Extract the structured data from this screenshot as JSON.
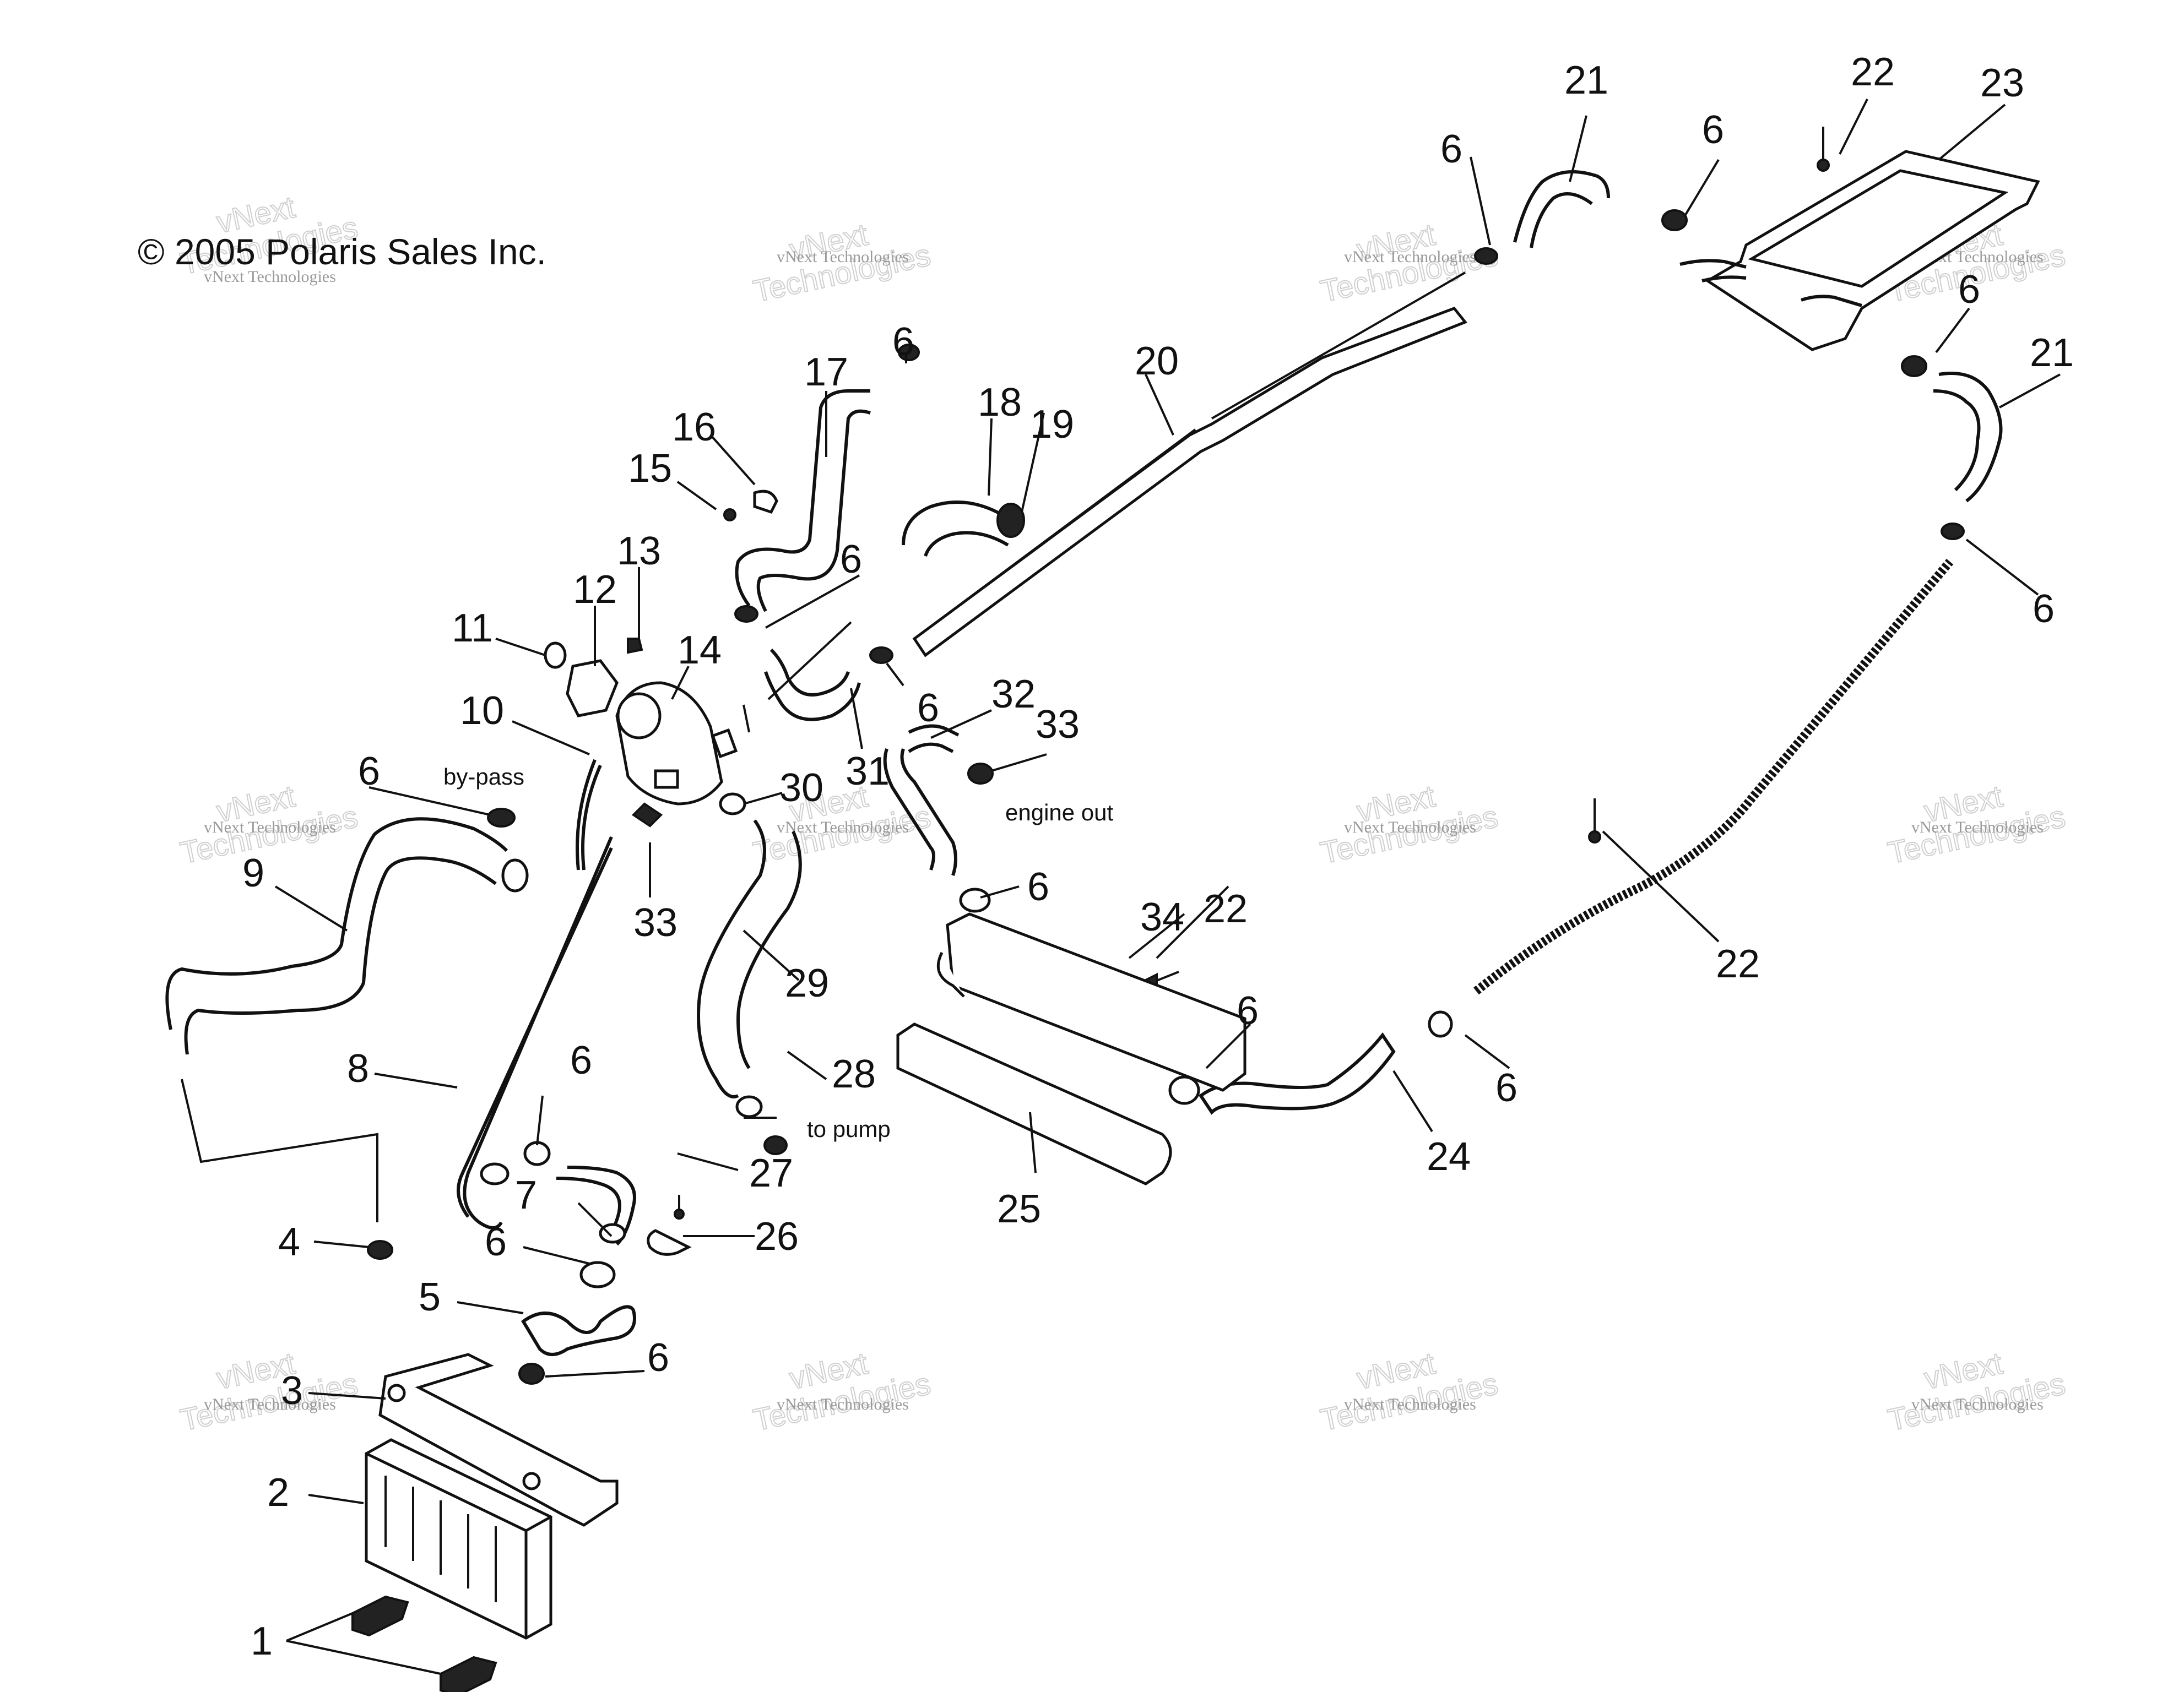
{
  "copyright": "© 2005 Polaris Sales Inc.",
  "watermark": {
    "line1": "vNext Technologies",
    "line2": "vNext",
    "line3": "Technologies"
  },
  "notes": {
    "bypass": "by-pass",
    "engine_out": "engine out",
    "to_pump": "to pump"
  },
  "callouts": [
    "1",
    "2",
    "3",
    "4",
    "5",
    "6",
    "7",
    "8",
    "9",
    "10",
    "11",
    "12",
    "13",
    "14",
    "15",
    "16",
    "17",
    "18",
    "19",
    "20",
    "21",
    "22",
    "23",
    "24",
    "25",
    "26",
    "27",
    "28",
    "29",
    "30",
    "31",
    "32",
    "33",
    "34"
  ]
}
